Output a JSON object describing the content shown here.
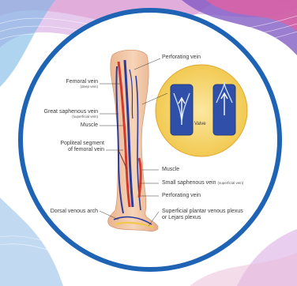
{
  "colors": {
    "circle_border": "#1e63b4",
    "vein_blue": "#2b3d9a",
    "vein_red": "#d33a2c",
    "skin": "#f2c9a8",
    "valve_bg": "#f7d774",
    "valve_vein": "#2f4fa8",
    "bg_pink": "#ee6fae",
    "bg_purple": "#7c4fbf",
    "bg_blue": "#4aa8d8"
  },
  "labels": {
    "perforating_top": "Perforating vein",
    "femoral": "Femoral vein",
    "femoral_sub": "(deep vein)",
    "great_saphenous": "Great saphenous vein",
    "great_saphenous_sub": "(superficial vein)",
    "muscle_left": "Muscle",
    "popliteal_1": "Popliteal segment",
    "popliteal_2": "of femoral vein",
    "muscle_right": "Muscle",
    "small_saphenous": "Small saphenous vein",
    "small_saphenous_sub": "(superficial vein)",
    "perforating_bottom": "Perforating vein",
    "dorsal_arch": "Dorsal venous arch",
    "plantar_1": "Superficial plantar venous plexus",
    "plantar_2": "or Lejars plexus",
    "valve": "Valve"
  }
}
